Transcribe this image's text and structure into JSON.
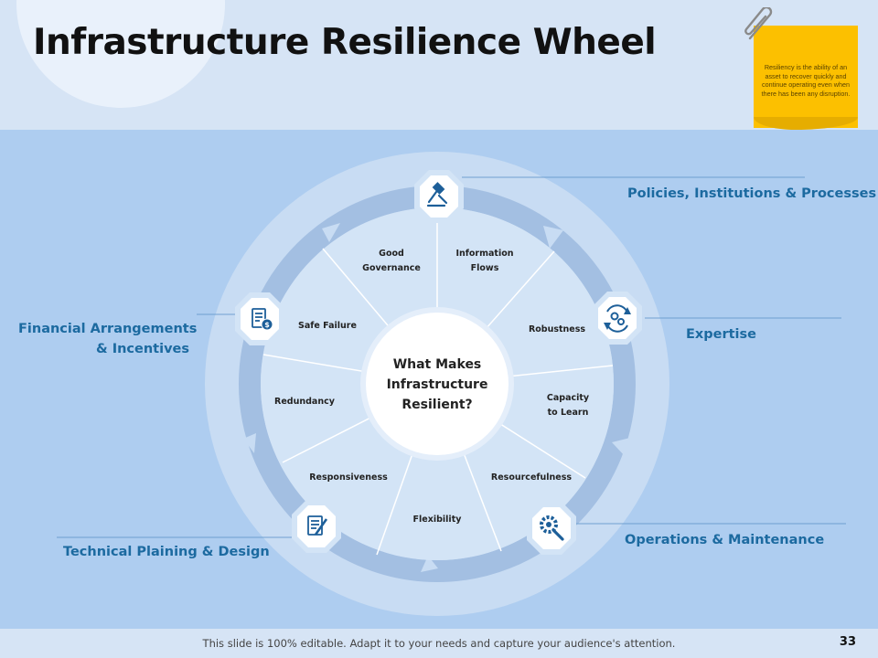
{
  "title": "Infrastructure Resilience Wheel",
  "note": "Resiliency is the ability of an asset to recover quickly and continue operating even when there has been any disruption.",
  "center": [
    "What Makes",
    "Infrastructure",
    "Resilient?"
  ],
  "segments": {
    "good_governance": [
      "Good",
      "Governance"
    ],
    "information_flows": [
      "Information",
      "Flows"
    ],
    "robustness": "Robustness",
    "capacity_to_learn": [
      "Capacity",
      "to Learn"
    ],
    "resourcefulness": "Resourcefulness",
    "flexibility": "Flexibility",
    "responsiveness": "Responsiveness",
    "redundancy": "Redundancy",
    "safe_failure": "Safe Failure"
  },
  "labels": {
    "policies": "Policies, Institutions & Processes",
    "expertise": "Expertise",
    "operations": "Operations & Maintenance",
    "technical": "Technical Plaining & Design",
    "financial_1": "Financial Arrangements",
    "financial_2": "& Incentives"
  },
  "icons": [
    "gavel-icon",
    "gears-refresh-icon",
    "wrench-gear-icon",
    "document-edit-icon",
    "invoice-dollar-icon"
  ],
  "footer": "This slide is 100% editable. Adapt it to your needs and capture your audience's attention.",
  "page_number": "33",
  "colors": {
    "main_bg": "#aecdf0",
    "light_bg": "#d6e4f5",
    "label_blue": "#1c6aa0",
    "icon_blue": "#1d5f99",
    "note_yellow": "#fcc000"
  }
}
